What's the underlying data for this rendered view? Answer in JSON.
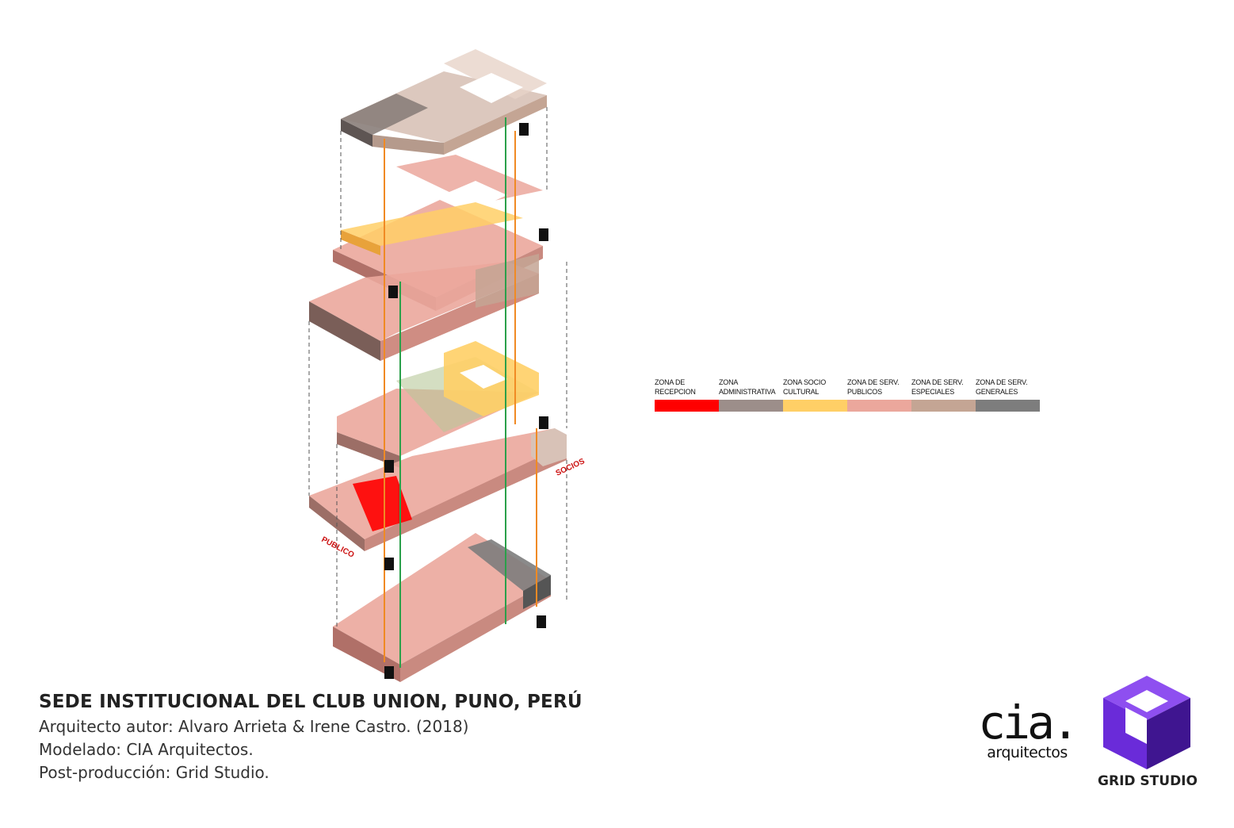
{
  "legend": {
    "items": [
      {
        "label": "ZONA DE\nRECEPCION",
        "color": "#ff0000"
      },
      {
        "label": "ZONA\nADMINISTRATIVA",
        "color": "#9c8e8a"
      },
      {
        "label": "ZONA SOCIO\nCULTURAL",
        "color": "#ffcf66"
      },
      {
        "label": "ZONA DE SERV.\nPUBLICOS",
        "color": "#eba79c"
      },
      {
        "label": "ZONA DE SERV.\nESPECIALES",
        "color": "#c4a594"
      },
      {
        "label": "ZONA DE SERV.\nGENERALES",
        "color": "#7d7d7d"
      }
    ]
  },
  "labels": {
    "publico": "PUBLICO",
    "socios": "SOCIOS"
  },
  "caption": {
    "title": "SEDE INSTITUCIONAL DEL CLUB UNION, PUNO, PERÚ",
    "line1": "Arquitecto autor: Alvaro Arrieta & Irene Castro. (2018)",
    "line2": "Modelado: CIA Arquitectos.",
    "line3": "Post-producción: Grid Studio."
  },
  "logos": {
    "cia_big": "cia.",
    "cia_small": "arquitectos",
    "grid": "GRID STUDIO"
  },
  "colors": {
    "circulation_orange": "#f08a24",
    "circulation_green": "#2aa04a",
    "grid_purple": "#6a2bd9"
  }
}
